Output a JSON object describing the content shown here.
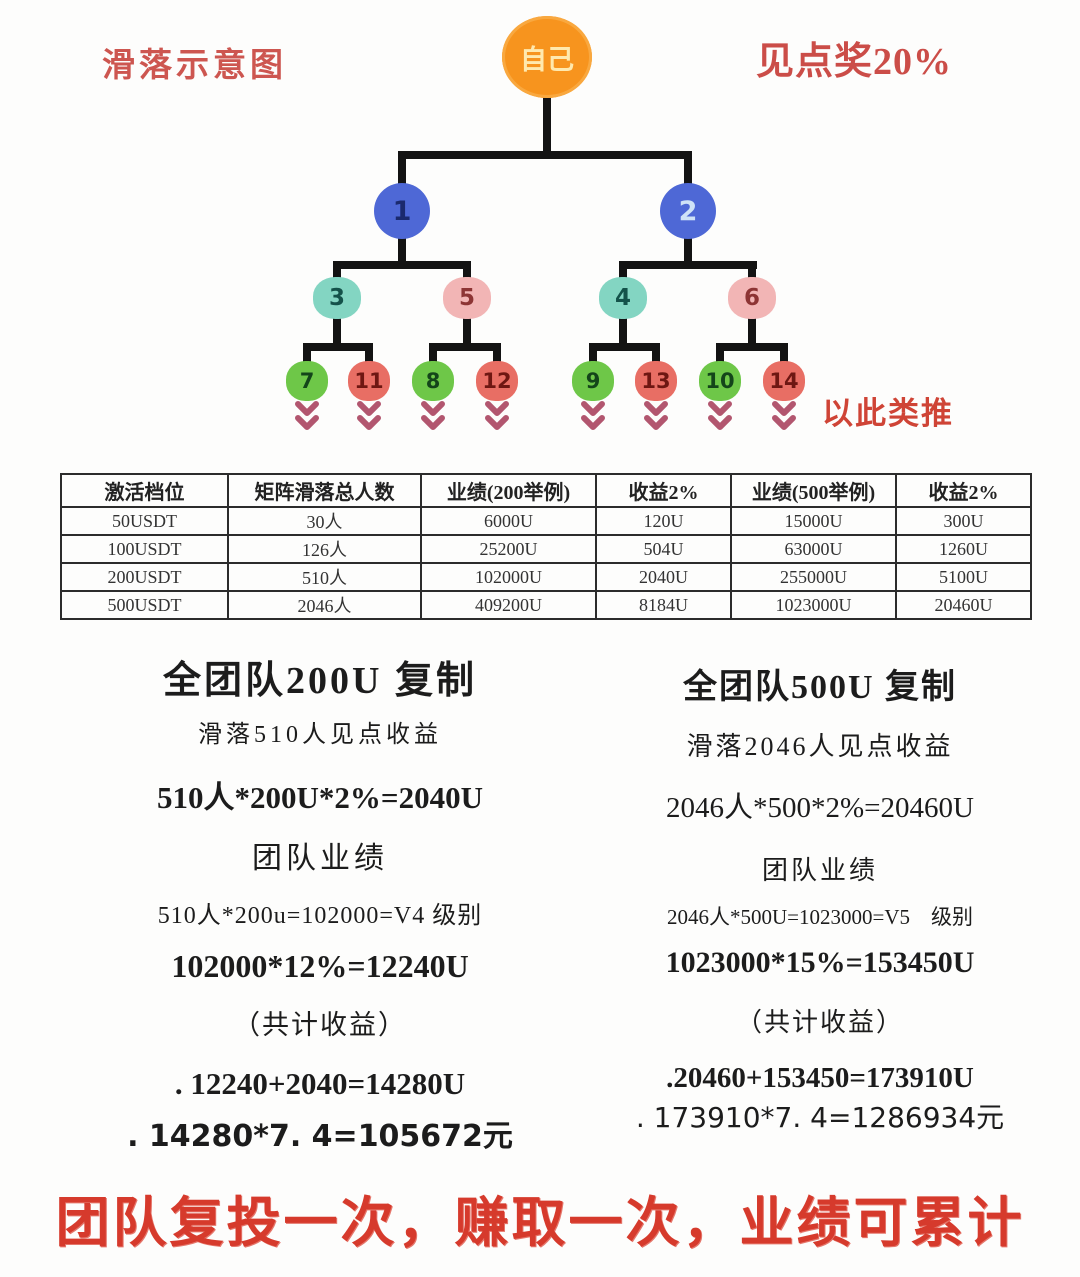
{
  "header": {
    "title_left": "滑落示意图",
    "title_right": "见点奖20%",
    "note_right": "以此类推"
  },
  "tree": {
    "root": "自己",
    "level2": [
      "1",
      "2"
    ],
    "level3": [
      "3",
      "5",
      "4",
      "6"
    ],
    "level4": [
      "7",
      "11",
      "8",
      "12",
      "9",
      "13",
      "10",
      "14"
    ]
  },
  "table": {
    "headers": [
      "激活档位",
      "矩阵滑落总人数",
      "业绩(200举例)",
      "收益2%",
      "业绩(500举例)",
      "收益2%"
    ],
    "rows": [
      [
        "50USDT",
        "30人",
        "6000U",
        "120U",
        "15000U",
        "300U"
      ],
      [
        "100USDT",
        "126人",
        "25200U",
        "504U",
        "63000U",
        "1260U"
      ],
      [
        "200USDT",
        "510人",
        "102000U",
        "2040U",
        "255000U",
        "5100U"
      ],
      [
        "500USDT",
        "2046人",
        "409200U",
        "8184U",
        "1023000U",
        "20460U"
      ]
    ]
  },
  "left_column": {
    "title": "全团队200U 复制",
    "subtitle": "滑落510人见点收益",
    "calc1": "510人*200U*2%=2040U",
    "section": "团队业绩",
    "level_line": "510人*200u=102000=V4 级别",
    "calc2": "102000*12%=12240U",
    "total_label": "（共计收益）",
    "total_line": ". 12240+2040=14280U",
    "rmb_line": ". 14280*7. 4=105672元"
  },
  "right_column": {
    "title": "全团队500U 复制",
    "subtitle": "滑落2046人见点收益",
    "calc1": "2046人*500*2%=20460U",
    "section": "团队业绩",
    "level_line": "2046人*500U=1023000=V5　级别",
    "calc2": "1023000*15%=153450U",
    "total_label": "（共计收益）",
    "total_line": ".20460+153450=173910U",
    "rmb_line": ". 173910*7. 4=1286934元"
  },
  "footer": {
    "banner": "团队复投一次，赚取一次，业绩可累计"
  },
  "colors": {
    "accent_red": "#cd5650",
    "banner_red": "#d63a2c",
    "node_orange": "#f7941e",
    "node_blue": "#4e68d6",
    "node_teal": "#83d5c2",
    "node_pink": "#f2b5b5",
    "node_green": "#6ec748",
    "node_red": "#e86e64",
    "chevron_pink": "#b2566f",
    "connector_black": "#131313"
  }
}
